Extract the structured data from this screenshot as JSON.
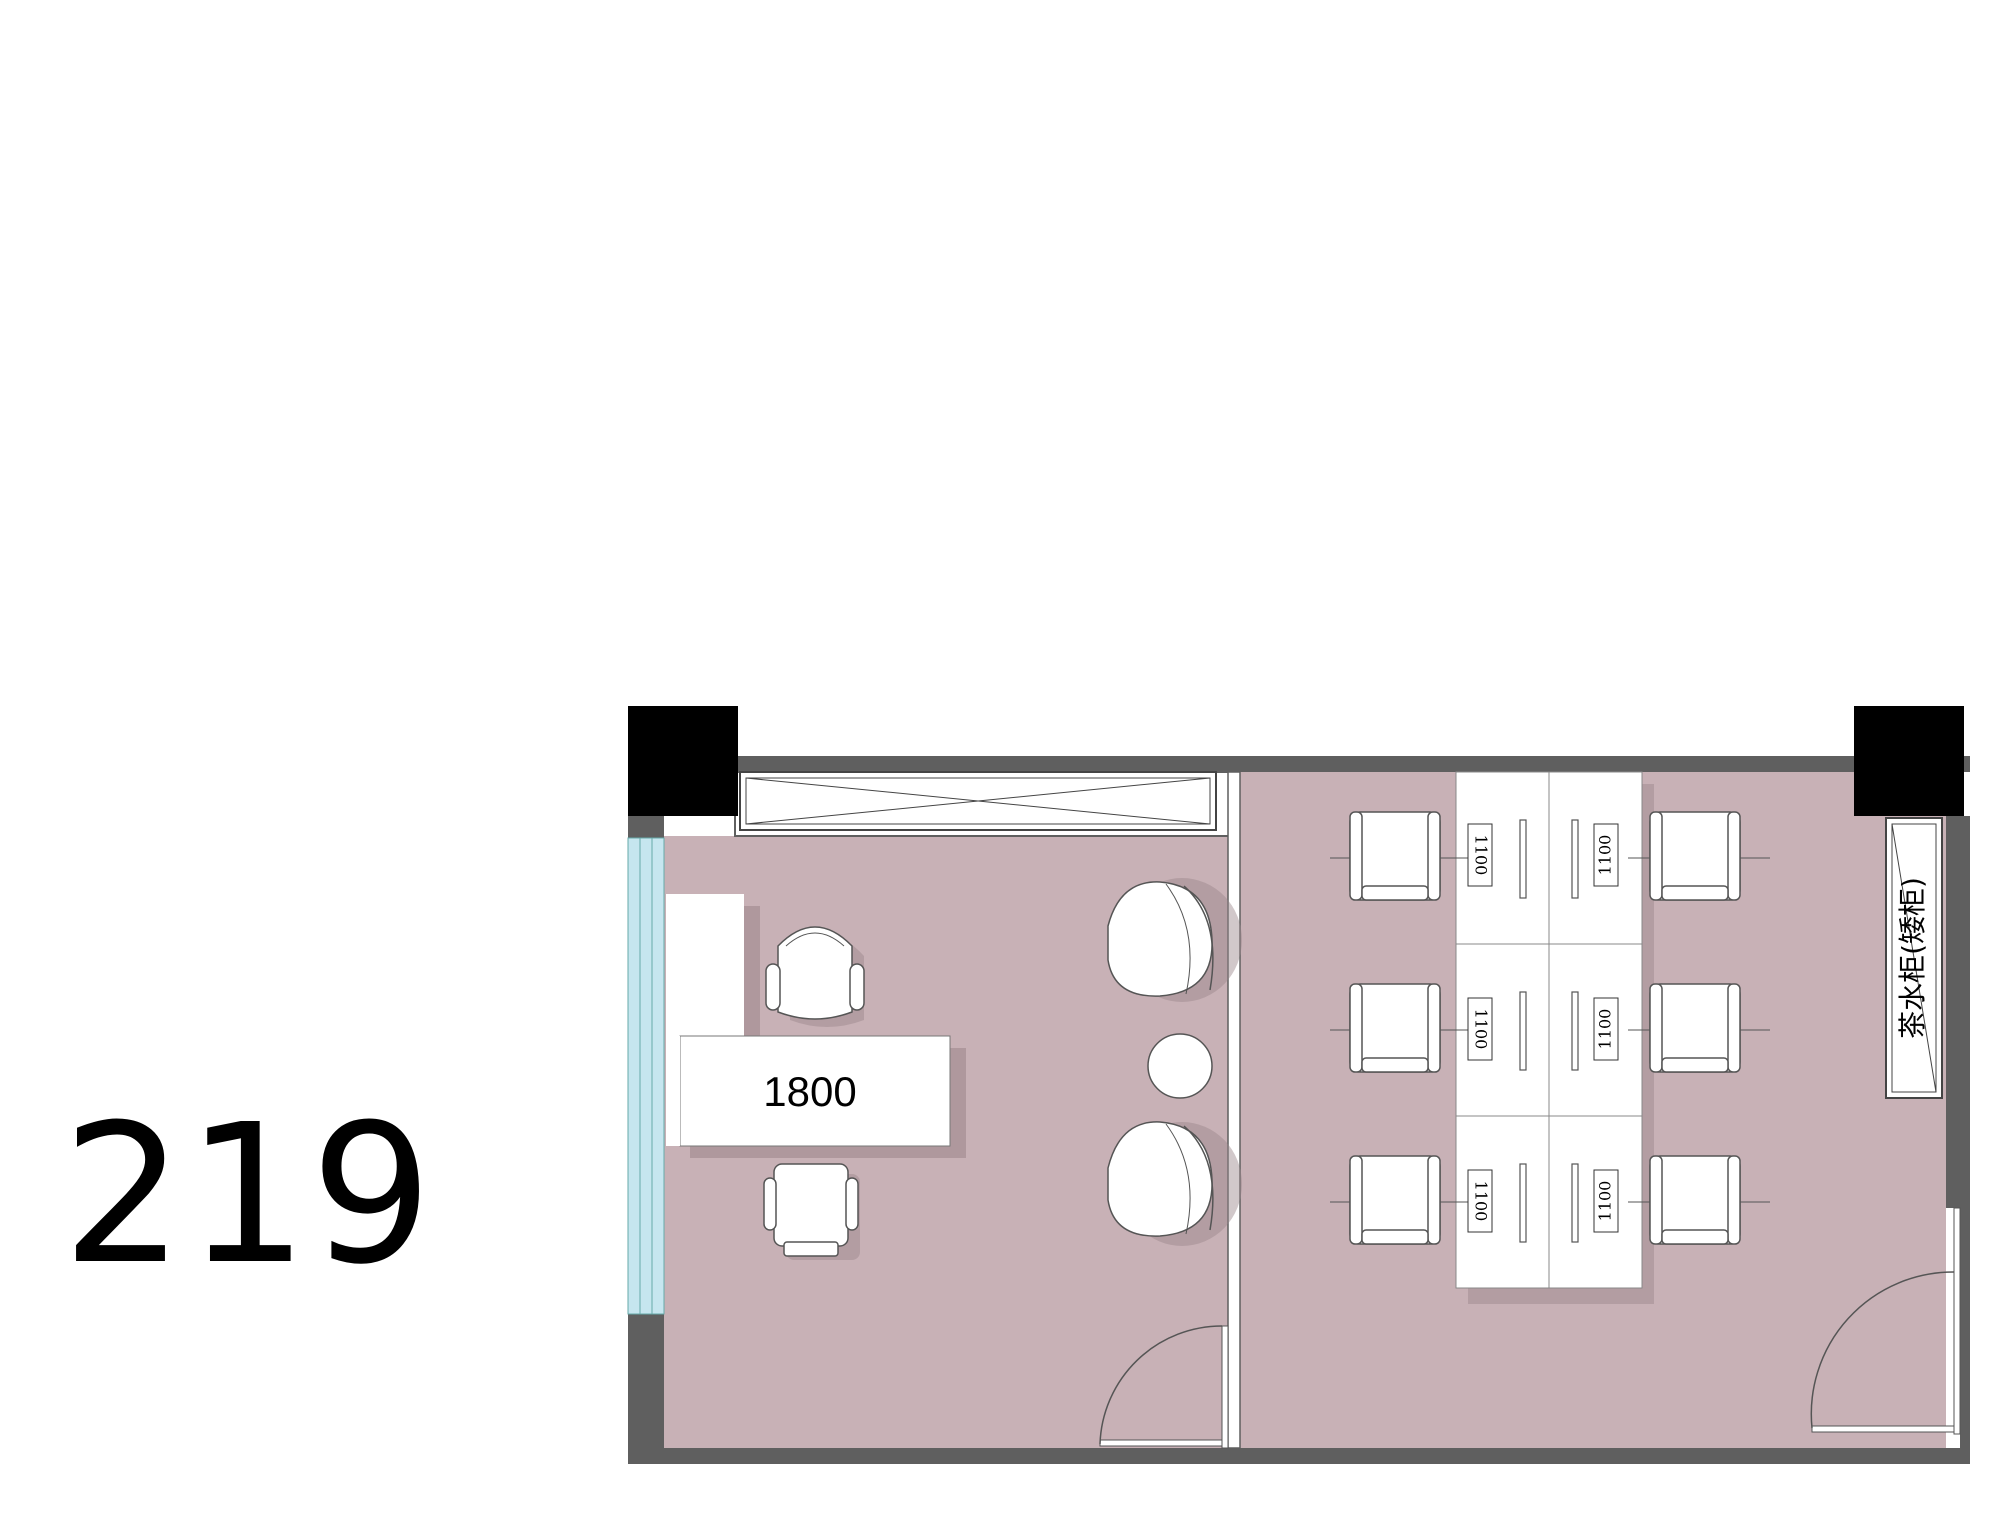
{
  "room_number": "219",
  "desk_label": "1800",
  "workstation_label": "1100",
  "cabinet_label": "茶水柜(矮柜)",
  "colors": {
    "floor": "#c8b1b6",
    "wall": "#5f5f5f",
    "column": "#000000",
    "window": "#c6e6ef",
    "furniture": "#ffffff",
    "shadow": "#9a8489"
  },
  "icons": [
    "armchair-icon",
    "office-chair-icon",
    "round-side-table-icon",
    "door-swing-icon"
  ]
}
